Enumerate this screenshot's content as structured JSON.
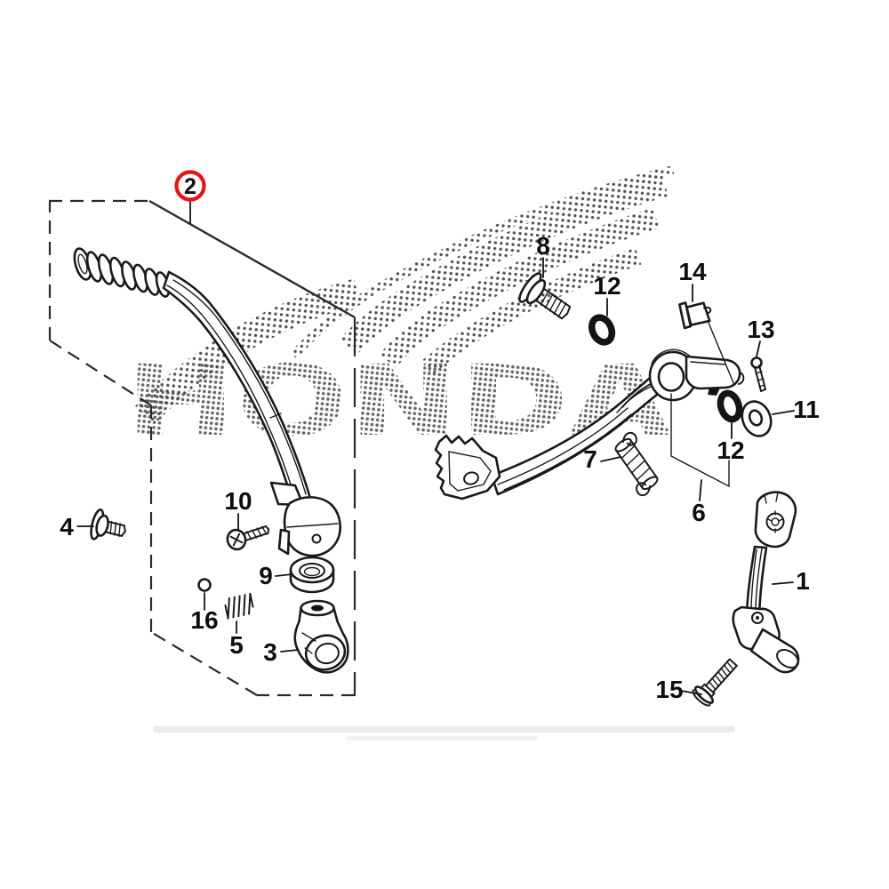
{
  "colors": {
    "line": "#1a1a1a",
    "callout_ring": "#e8120e",
    "watermark_dot": "#3f3f3f",
    "background": "#ffffff"
  },
  "watermark": {
    "text": "HONDA"
  },
  "callouts": {
    "c1": "1",
    "c2": "2",
    "c3": "3",
    "c4": "4",
    "c5": "5",
    "c6": "6",
    "c7": "7",
    "c8": "8",
    "c9": "9",
    "c10": "10",
    "c11": "11",
    "c12_upper": "12",
    "c12_lower": "12",
    "c13": "13",
    "c14": "14",
    "c15": "15",
    "c16": "16"
  }
}
